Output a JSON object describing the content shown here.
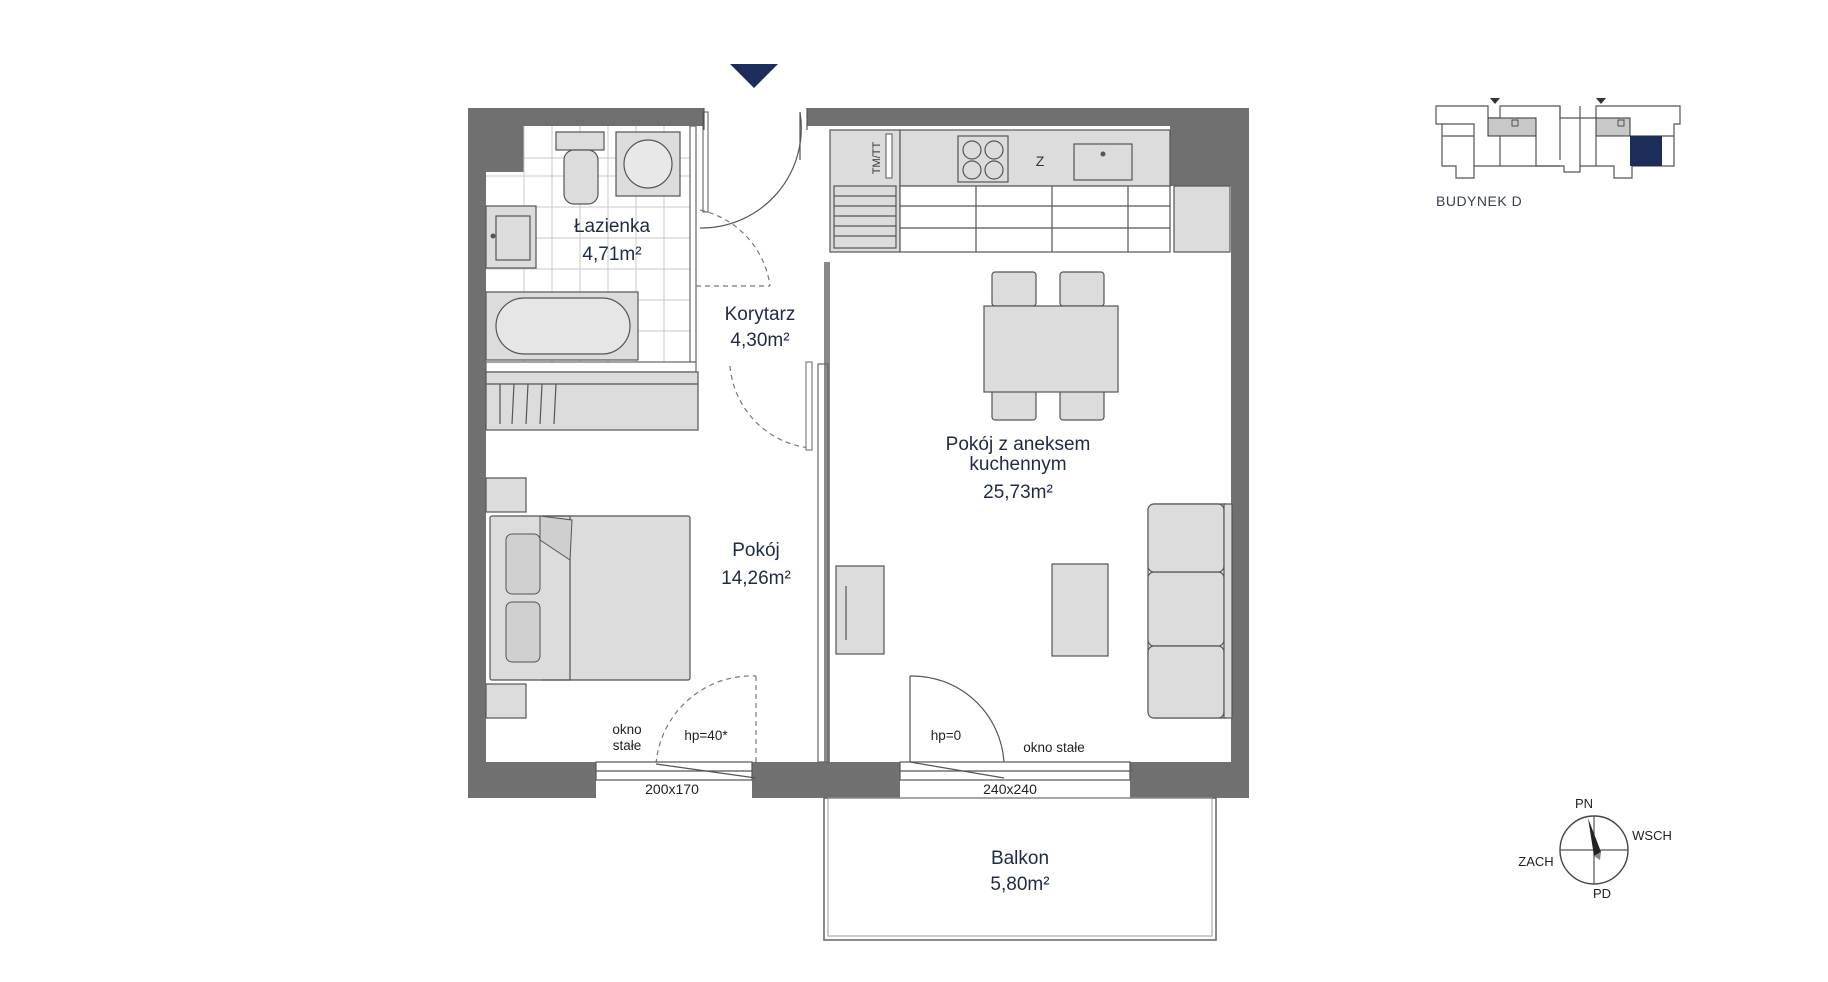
{
  "rooms": {
    "bathroom": {
      "name": "Łazienka",
      "area": "4,71m²"
    },
    "corridor": {
      "name": "Korytarz",
      "area": "4,30m²"
    },
    "living": {
      "name_line1": "Pokój z aneksem",
      "name_line2": "kuchennym",
      "area": "25,73m²"
    },
    "bedroom": {
      "name": "Pokój",
      "area": "14,26m²"
    },
    "balcony": {
      "name": "Balkon",
      "area": "5,80m²"
    }
  },
  "windows": {
    "bedroom": {
      "fixed_line1": "okno",
      "fixed_line2": "stałe",
      "sill": "hp=40*",
      "size": "200x170"
    },
    "living": {
      "fixed": "okno stałe",
      "sill": "hp=0",
      "size": "240x240"
    }
  },
  "fixtures": {
    "kitchen_appliance": "TM/TT",
    "fridge": "Z"
  },
  "building_key": {
    "label": "BUDYNEK D",
    "highlight_color": "#1c2d5a"
  },
  "compass": {
    "north": "PN",
    "east": "WSCH",
    "west": "ZACH",
    "south": "PD"
  },
  "colors": {
    "accent": "#1c2d5a",
    "wall": "#707070"
  },
  "entrance_icon": "triangle-down-icon"
}
